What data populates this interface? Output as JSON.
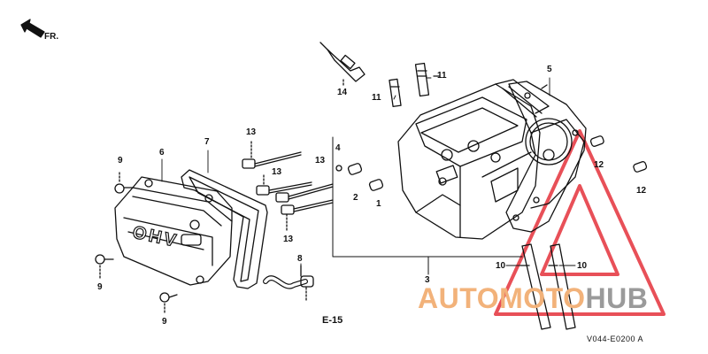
{
  "direction": {
    "label": "FR.",
    "icon": "front-arrow-icon"
  },
  "labels": {
    "p1": "1",
    "p2": "2",
    "p3": "3",
    "p4": "4",
    "p5": "5",
    "p6": "6",
    "p7": "7",
    "p8": "8",
    "p9a": "9",
    "p9b": "9",
    "p9c": "9",
    "p10a": "10",
    "p10b": "10",
    "p11a": "11",
    "p11b": "11",
    "p12a": "12",
    "p12b": "12",
    "p13a": "13",
    "p13b": "13",
    "p13c": "13",
    "p13d": "13",
    "p14": "14"
  },
  "cover_marking": "OHV",
  "reference": "E-15",
  "diagram_code": "V044-E0200 A",
  "watermark": {
    "part1": "AUTOMOTO",
    "part2": "HUB",
    "accent": "#e5323b",
    "orange": "#f2b27a",
    "gray": "#9a9a9a"
  }
}
